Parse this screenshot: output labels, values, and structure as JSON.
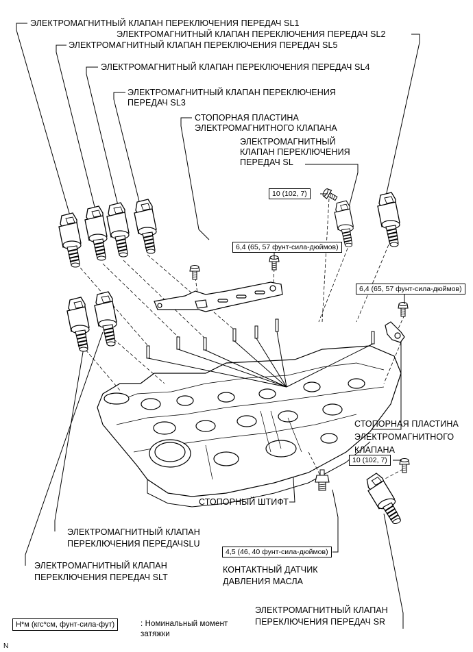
{
  "labels": {
    "sl1": "ЭЛЕКТРОМАГНИТНЫЙ КЛАПАН ПЕРЕКЛЮЧЕНИЯ ПЕРЕДАЧ SL1",
    "sl2": "ЭЛЕКТРОМАГНИТНЫЙ КЛАПАН ПЕРЕКЛЮЧЕНИЯ ПЕРЕДАЧ SL2",
    "sl5": "ЭЛЕКТРОМАГНИТНЫЙ КЛАПАН ПЕРЕКЛЮЧЕНИЯ ПЕРЕДАЧ SL5",
    "sl4": "ЭЛЕКТРОМАГНИТНЫЙ КЛАПАН ПЕРЕКЛЮЧЕНИЯ ПЕРЕДАЧ SL4",
    "sl3": "ЭЛЕКТРОМАГНИТНЫЙ КЛАПАН ПЕРЕКЛЮЧЕНИЯ\nПЕРЕДАЧ SL3",
    "lock_plate_top": "СТОПОРНАЯ ПЛАСТИНА\nЭЛЕКТРОМАГНИТНОГО КЛАПАНА",
    "sl": "ЭЛЕКТРОМАГНИТНЫЙ\nКЛАПАН ПЕРЕКЛЮЧЕНИЯ\nПЕРЕДАЧ SL",
    "lock_plate_right": "СТОПОРНАЯ ПЛАСТИНА\nЭЛЕКТРОМАГНИТНОГО\nКЛАПАНА",
    "pin": "СТОПОРНЫЙ ШТИФТ",
    "slu": "ЭЛЕКТРОМАГНИТНЫЙ КЛАПАН\nПЕРЕКЛЮЧЕНИЯ ПЕРЕДАЧSLU",
    "slt": "ЭЛЕКТРОМАГНИТНЫЙ КЛАПАН\nПЕРЕКЛЮЧЕНИЯ ПЕРЕДАЧ SLT",
    "oil_switch": "КОНТАКТНЫЙ ДАТЧИК\nДАВЛЕНИЯ МАСЛА",
    "sr": "ЭЛЕКТРОМАГНИТНЫЙ КЛАПАН\nПЕРЕКЛЮЧЕНИЯ ПЕРЕДАЧ SR"
  },
  "torques": {
    "t1": "10 (102, 7)",
    "t2": "6,4 (65, 57 фунт-сила-дюймов)",
    "t3": "6,4 (65, 57 фунт-сила-дюймов)",
    "t4": "10 (102, 7)",
    "t5": "4,5 (46, 40 фунт-сила-дюймов)"
  },
  "legend": {
    "units": "Н*м (кгс*см, фунт-сила-фут)",
    "text": ": Номинальный момент\nзатяжки"
  },
  "corner_mark": "N"
}
